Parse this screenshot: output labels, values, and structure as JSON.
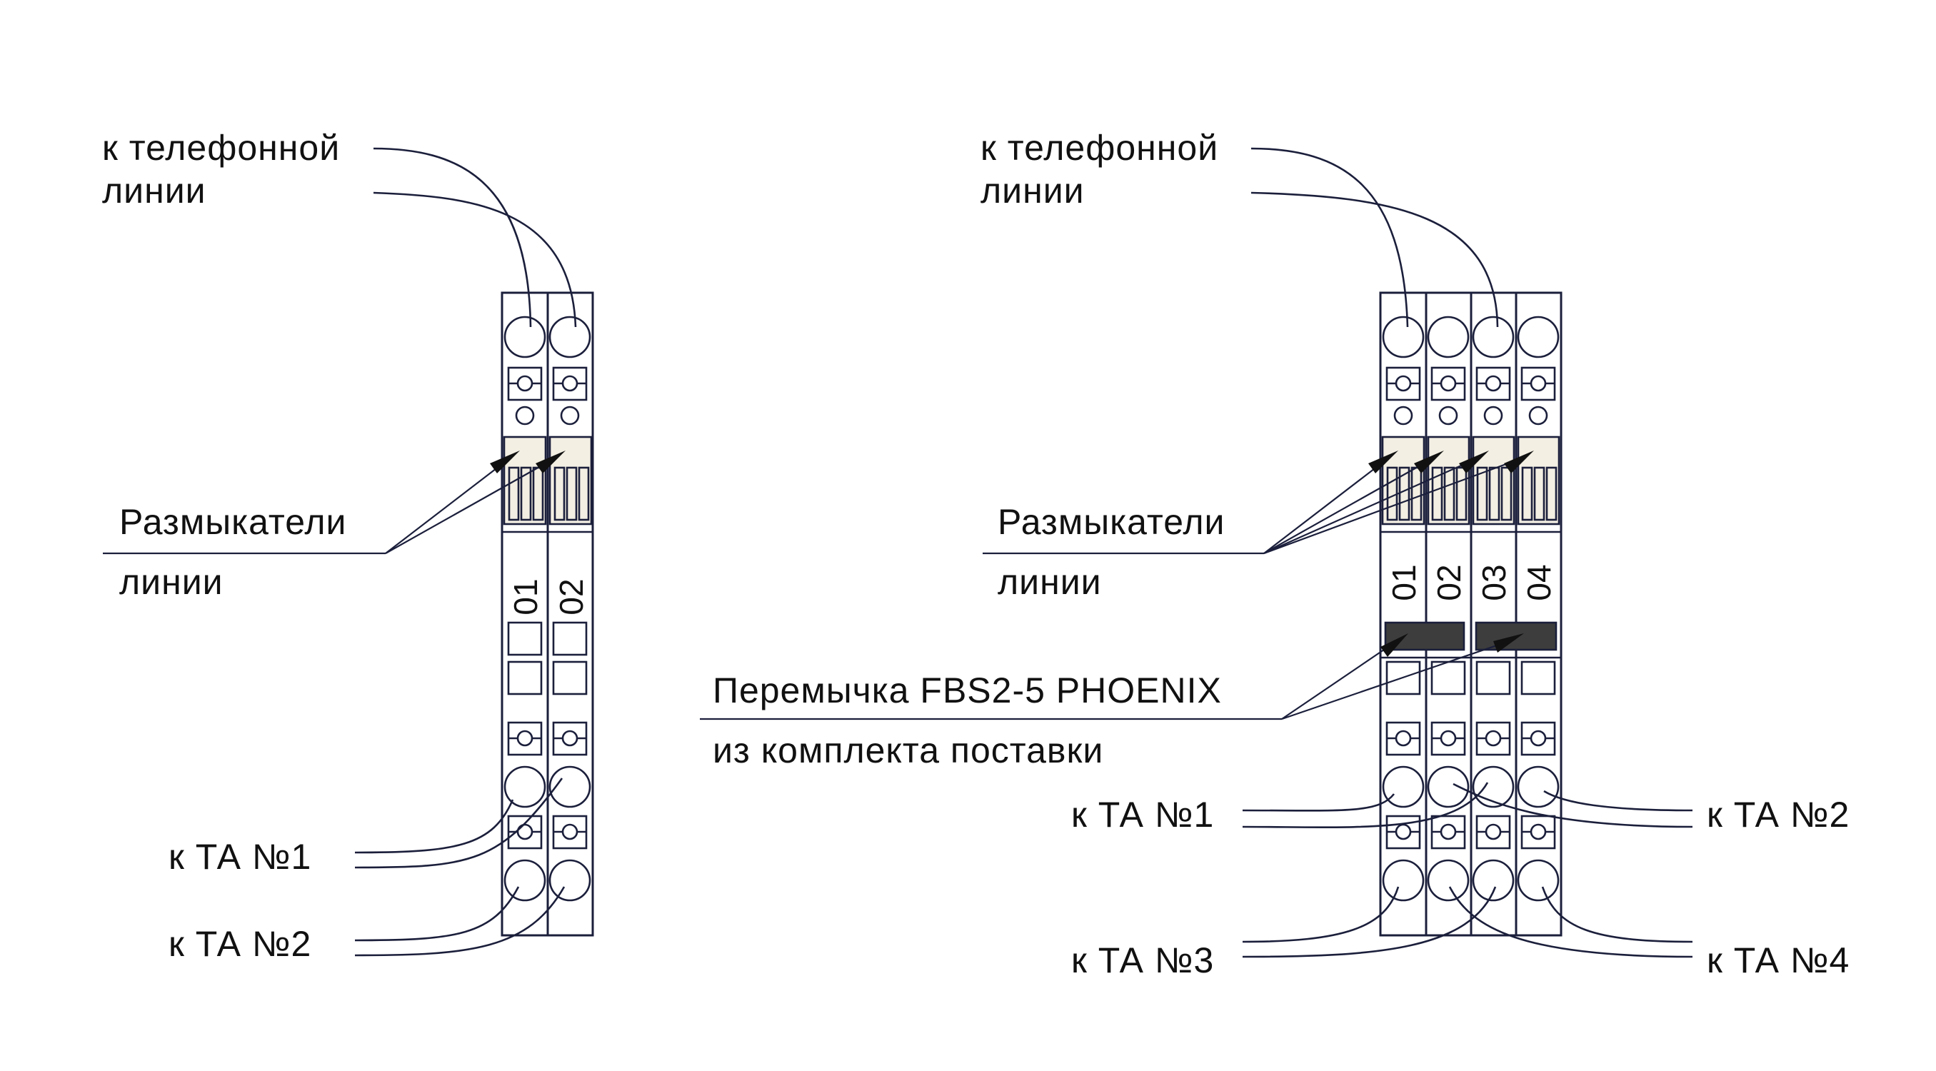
{
  "left_block": {
    "label_phone_line_1": "к телефонной",
    "label_phone_line_2": "линии",
    "label_disconnectors_1": "Размыкатели",
    "label_disconnectors_2": "линии",
    "label_ta1": "к ТА №1",
    "label_ta2": "к ТА №2",
    "terminal_numbers": [
      "01",
      "02"
    ]
  },
  "right_block": {
    "label_phone_line_1": "к телефонной",
    "label_phone_line_2": "линии",
    "label_disconnectors_1": "Размыкатели",
    "label_disconnectors_2": "линии",
    "label_bridge_1": "Перемычка FBS2-5 PHOENIX",
    "label_bridge_2": "из комплекта поставки",
    "label_ta1": "к ТА №1",
    "label_ta2": "к ТА №2",
    "label_ta3": "к ТА №3",
    "label_ta4": "к ТА №4",
    "terminal_numbers": [
      "01",
      "02",
      "03",
      "04"
    ]
  },
  "colors": {
    "line": "#1b1f3b",
    "disconnector_fill": "#f3efe3",
    "bridge_fill": "#3d3d3d"
  }
}
